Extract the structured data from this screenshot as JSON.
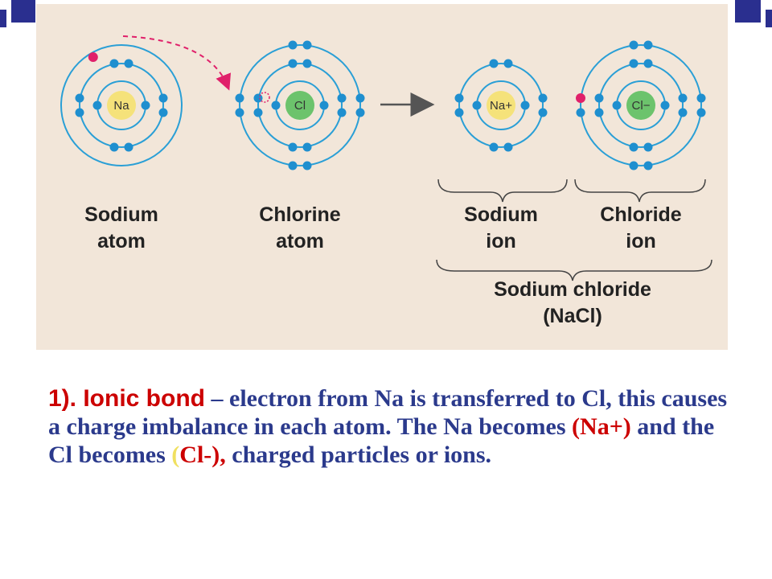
{
  "diagram": {
    "atoms": [
      {
        "symbol": "Na",
        "label_line1": "Sodium",
        "label_line2": "atom"
      },
      {
        "symbol": "Cl",
        "label_line1": "Chlorine",
        "label_line2": "atom"
      },
      {
        "symbol": "Na+",
        "label_line1": "Sodium",
        "label_line2": "ion"
      },
      {
        "symbol": "Cl−",
        "label_line1": "Chloride",
        "label_line2": "ion"
      }
    ],
    "compound_label_line1": "Sodium chloride",
    "compound_label_line2": "(NaCl)",
    "colors": {
      "panel_bg": "#f2e6d9",
      "orbit": "#2a9fd6",
      "electron": "#1f8fcf",
      "transferred_electron": "#e0206a",
      "sodium_nucleus": "#f5e27a",
      "chlorine_nucleus": "#6cc36c"
    }
  },
  "caption": {
    "term": "1). Ionic bond",
    "text_1": " – electron from Na is transferred to Cl, this causes a charge imbalance in each atom. The Na becomes ",
    "na_ion": "(Na+)",
    "text_2": " and the Cl becomes ",
    "paren_open": "(",
    "cl_ion": "Cl-),",
    "text_3": " charged particles or ions."
  }
}
